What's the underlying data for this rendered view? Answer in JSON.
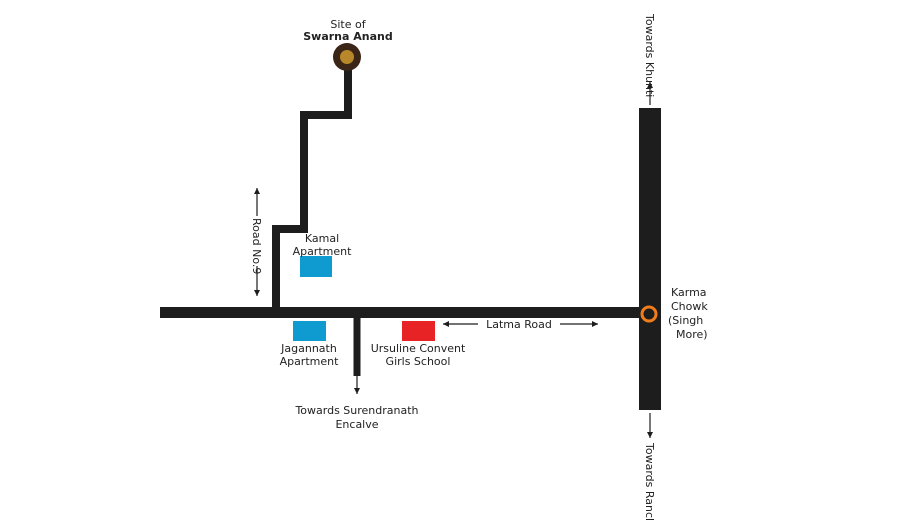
{
  "site": {
    "prefix": "Site of",
    "name": "Swarna Anand"
  },
  "roads": {
    "road_no9": "Road No.9",
    "latma_road": "Latma Road"
  },
  "directions": {
    "khunti": "Towards Khunti",
    "ranchi": "Towards Ranchi",
    "surendranath_line1": "Towards Surendranath",
    "surendranath_line2": "Encalve"
  },
  "landmarks": {
    "kamal": {
      "line1": "Kamal",
      "line2": "Apartment"
    },
    "jagannath": {
      "line1": "Jagannath",
      "line2": "Apartment"
    },
    "ursuline": {
      "line1": "Ursuline Convent",
      "line2": "Girls School"
    },
    "karma_chowk": {
      "line1": "Karma",
      "line2": "Chowk",
      "line3": "(Singh",
      "line4": "More)"
    }
  },
  "colors": {
    "road": "#1d1d1d",
    "apartment": "#0f9bd0",
    "school": "#e82325",
    "chowk_ring": "#f07d1b",
    "site_outer": "#3a2517",
    "site_inner": "#b8872a"
  }
}
